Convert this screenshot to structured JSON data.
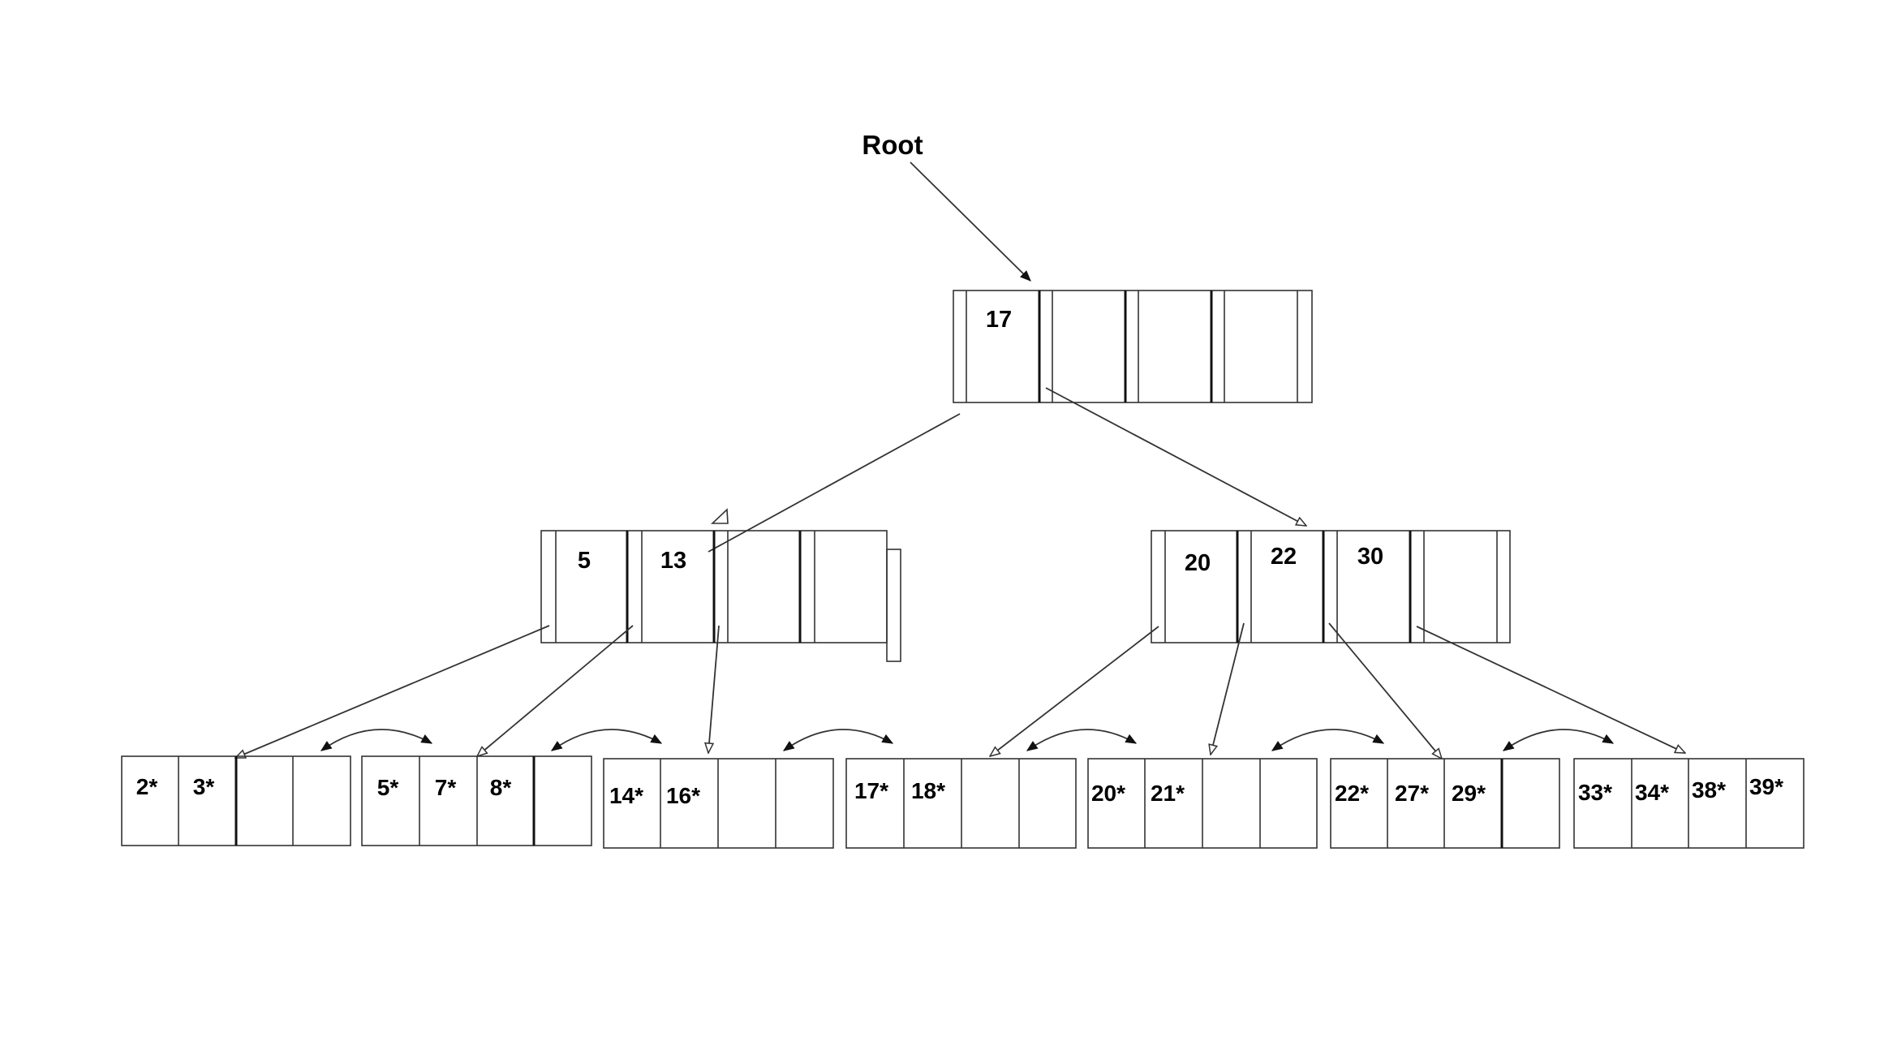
{
  "root_label": "Root",
  "root_node": {
    "keys": [
      "17",
      "",
      "",
      ""
    ]
  },
  "internal_nodes": [
    {
      "keys": [
        "5",
        "13",
        "",
        ""
      ]
    },
    {
      "keys": [
        "20",
        "22",
        "30",
        ""
      ]
    }
  ],
  "leaf_nodes": [
    {
      "entries": [
        "2*",
        "3*",
        "",
        ""
      ]
    },
    {
      "entries": [
        "5*",
        "7*",
        "8*",
        ""
      ]
    },
    {
      "entries": [
        "14*",
        "16*",
        "",
        ""
      ]
    },
    {
      "entries": [
        "17*",
        "18*",
        "",
        ""
      ]
    },
    {
      "entries": [
        "20*",
        "21*",
        "",
        ""
      ]
    },
    {
      "entries": [
        "22*",
        "27*",
        "29*",
        ""
      ]
    },
    {
      "entries": [
        "33*",
        "34*",
        "38*",
        "39*"
      ]
    }
  ]
}
